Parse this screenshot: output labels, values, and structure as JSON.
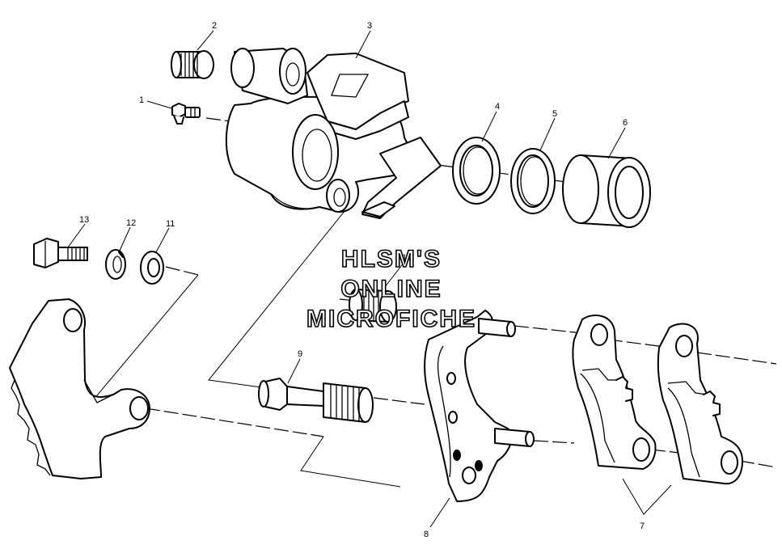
{
  "watermark": {
    "line1": "HLSM'S",
    "line2": "ONLINE",
    "line3": "MICROFICHE"
  },
  "callouts": [
    {
      "id": "1",
      "label": "1"
    },
    {
      "id": "2",
      "label": "2"
    },
    {
      "id": "3",
      "label": "3"
    },
    {
      "id": "4",
      "label": "4"
    },
    {
      "id": "5",
      "label": "5"
    },
    {
      "id": "6",
      "label": "6"
    },
    {
      "id": "7",
      "label": "7"
    },
    {
      "id": "8",
      "label": "8"
    },
    {
      "id": "9",
      "label": "9"
    },
    {
      "id": "10",
      "label": "10"
    },
    {
      "id": "11",
      "label": "11"
    },
    {
      "id": "12",
      "label": "12"
    },
    {
      "id": "13",
      "label": "13"
    }
  ]
}
